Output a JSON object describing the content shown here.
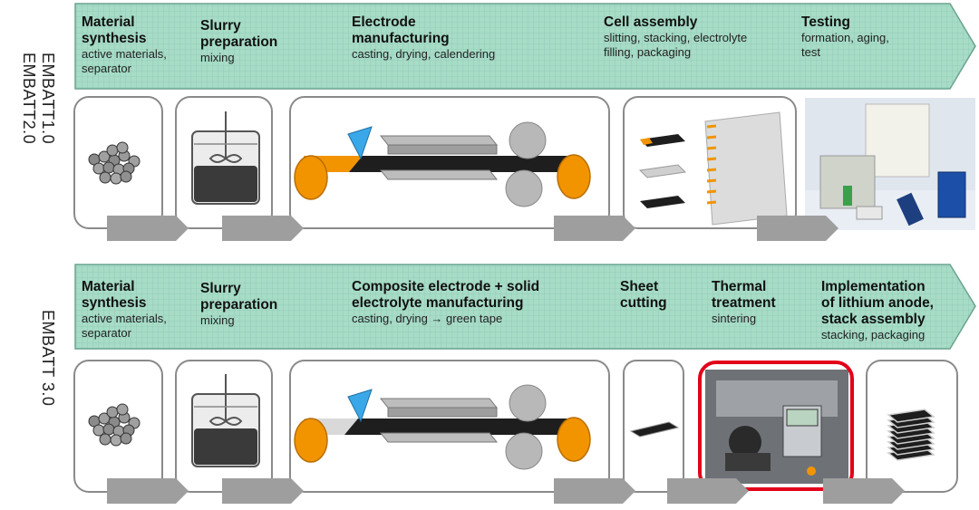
{
  "rows": [
    {
      "labels": [
        "EMBATT1.0",
        "EMBATT2.0"
      ],
      "stages": [
        {
          "title": "Material synthesis",
          "title_lines": [
            "Material",
            "synthesis"
          ],
          "sub_lines": [
            "active materials,",
            "separator"
          ]
        },
        {
          "title": "Slurry preparation",
          "title_lines": [
            "Slurry",
            "preparation"
          ],
          "sub_lines": [
            "mixing"
          ]
        },
        {
          "title": "Electrode manufacturing",
          "title_lines": [
            "Electrode",
            "manufacturing"
          ],
          "sub_lines": [
            "casting, drying, calendering"
          ]
        },
        {
          "title": "Cell assembly",
          "title_lines": [
            "Cell assembly"
          ],
          "sub_lines": [
            "slitting, stacking, electrolyte",
            "filling, packaging"
          ]
        },
        {
          "title": "Testing",
          "title_lines": [
            "Testing"
          ],
          "sub_lines": [
            "formation, aging,",
            "test"
          ]
        }
      ]
    },
    {
      "labels": [
        "EMBATT 3.0"
      ],
      "stages": [
        {
          "title": "Material synthesis",
          "title_lines": [
            "Material",
            "synthesis"
          ],
          "sub_lines": [
            "active materials,",
            "separator"
          ]
        },
        {
          "title": "Slurry preparation",
          "title_lines": [
            "Slurry",
            "preparation"
          ],
          "sub_lines": [
            "mixing"
          ]
        },
        {
          "title": "Composite electrode + solid electrolyte manufacturing",
          "title_lines": [
            "Composite electrode + solid",
            "electrolyte manufacturing"
          ],
          "sub_lines": [
            "casting, drying → green tape"
          ]
        },
        {
          "title": "Sheet cutting",
          "title_lines": [
            "Sheet",
            "cutting"
          ],
          "sub_lines": []
        },
        {
          "title": "Thermal treatment",
          "title_lines": [
            "Thermal",
            "treatment"
          ],
          "sub_lines": [
            "sintering"
          ]
        },
        {
          "title": "Implementation of lithium anode, stack assembly",
          "title_lines": [
            "Implementation",
            "of lithium anode,",
            "stack assembly"
          ],
          "sub_lines": [
            "stacking, packaging"
          ]
        }
      ]
    }
  ],
  "colors": {
    "banner_fill": "#9fd8c2",
    "banner_stroke": "#6aa48f",
    "box_stroke": "#8a8a8a",
    "arrow_fill": "#9e9e9e",
    "roller_orange": "#f29400",
    "nozzle_blue": "#3aa8e8",
    "highlight_red": "#e2001a"
  },
  "icons": {
    "powder": "powder-particles-icon",
    "mixer": "mixing-beaker-icon",
    "casting": "casting-line-icon",
    "stacking": "electrode-stack-icon",
    "cells": "battery-cells-photo",
    "sheet": "sheet-icon",
    "furnace": "sintering-furnace-photo",
    "stack": "cell-stack-icon"
  }
}
